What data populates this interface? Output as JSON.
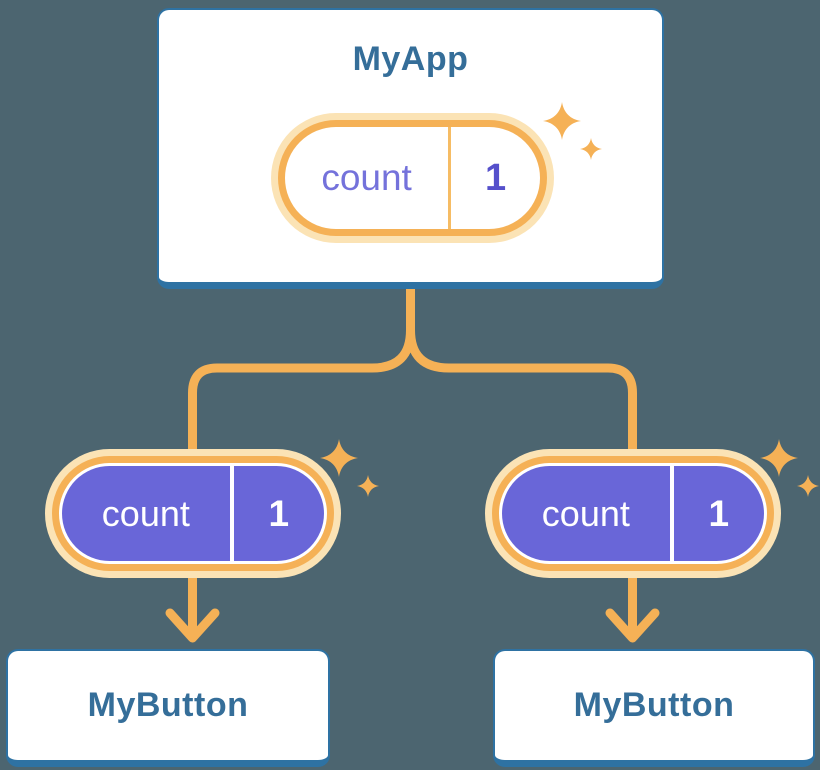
{
  "diagram": {
    "description": "React component tree: parent state passed down as props to two children",
    "colors": {
      "background": "#4C6570",
      "card_border_blue": "#2E72A3",
      "title_blue": "#356E99",
      "accent_orange": "#F5B156",
      "accent_orange_pale": "#FBE3B5",
      "pill_purple": "#6966D8",
      "state_label_purple": "#7472DB",
      "state_value_purple": "#5550CB"
    },
    "root": {
      "title": "MyApp",
      "state": {
        "label": "count",
        "value": "1"
      }
    },
    "children": [
      {
        "title": "MyButton",
        "prop": {
          "label": "count",
          "value": "1"
        }
      },
      {
        "title": "MyButton",
        "prop": {
          "label": "count",
          "value": "1"
        }
      }
    ],
    "icons": [
      "sparkle-icon",
      "sparkle-icon",
      "sparkle-icon",
      "arrow-down-icon",
      "arrow-down-icon"
    ]
  }
}
